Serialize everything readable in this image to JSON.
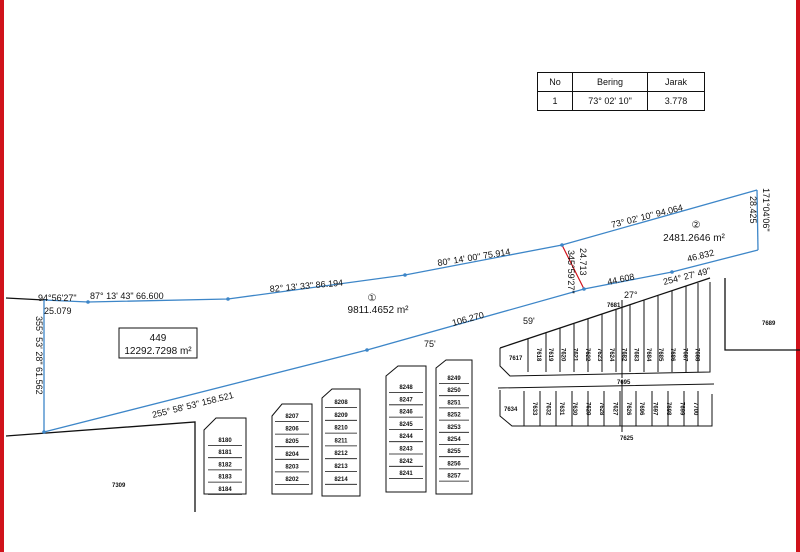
{
  "table": {
    "headers": [
      "No",
      "Bering",
      "Jarak"
    ],
    "rows": [
      [
        "1",
        "73° 02' 10\"",
        "3.778"
      ]
    ]
  },
  "boundary_labels": {
    "n1": "94°56'27\"",
    "n2": "25.079",
    "n3": "87° 13' 43\" 66.600",
    "n4": "82° 13' 33\" 86.194",
    "n5": "80° 14' 00\" 75.914",
    "n6": "73° 02' 10\" 94.064",
    "e1": "171°04'06\"",
    "e2": "28.425",
    "m1": "24.713",
    "m2": "345°59'27\"",
    "s1": "46.832",
    "s2": "254° 27' 49\"",
    "s3": "44.608",
    "s4": "27°",
    "s5": "106.270",
    "s6": "59'",
    "s7": "75'",
    "s8": "255° 58' 53\" 158.521",
    "w1": "355° 53' 28\" 61.562"
  },
  "parcels": {
    "p1_num": "①",
    "p1_area": "9811.4652 m²",
    "p2_num": "②",
    "p2_area": "2481.2646 m²",
    "p449_id": "449",
    "p449_area": "12292.7298 m²"
  },
  "lots": {
    "l7309": "7309",
    "l7689": "7689",
    "l7617": "7617",
    "l7681": "7681",
    "l7695": "7695",
    "l7625": "7625",
    "l7634": "7634",
    "col1": [
      "8180",
      "8181",
      "8182",
      "8183",
      "8184"
    ],
    "col2": [
      "8207",
      "8206",
      "8205",
      "8204",
      "8203",
      "8202"
    ],
    "col3": [
      "8208",
      "8209",
      "8210",
      "8211",
      "8212",
      "8213",
      "8214"
    ],
    "col4": [
      "8248",
      "8247",
      "8246",
      "8245",
      "8244",
      "8243",
      "8242",
      "8241"
    ],
    "col5": [
      "8249",
      "8250",
      "8251",
      "8252",
      "8253",
      "8254",
      "8255",
      "8256",
      "8257"
    ],
    "top_row": [
      "7618",
      "7619",
      "7620",
      "7621",
      "7622",
      "7623",
      "7624",
      "7682",
      "7683",
      "7684",
      "7685",
      "7686",
      "7687",
      "7688"
    ],
    "bottom_row": [
      "7633",
      "7632",
      "7631",
      "7630",
      "7629",
      "7628",
      "7627",
      "7626",
      "7696",
      "7697",
      "7698",
      "7699",
      "7700"
    ]
  }
}
